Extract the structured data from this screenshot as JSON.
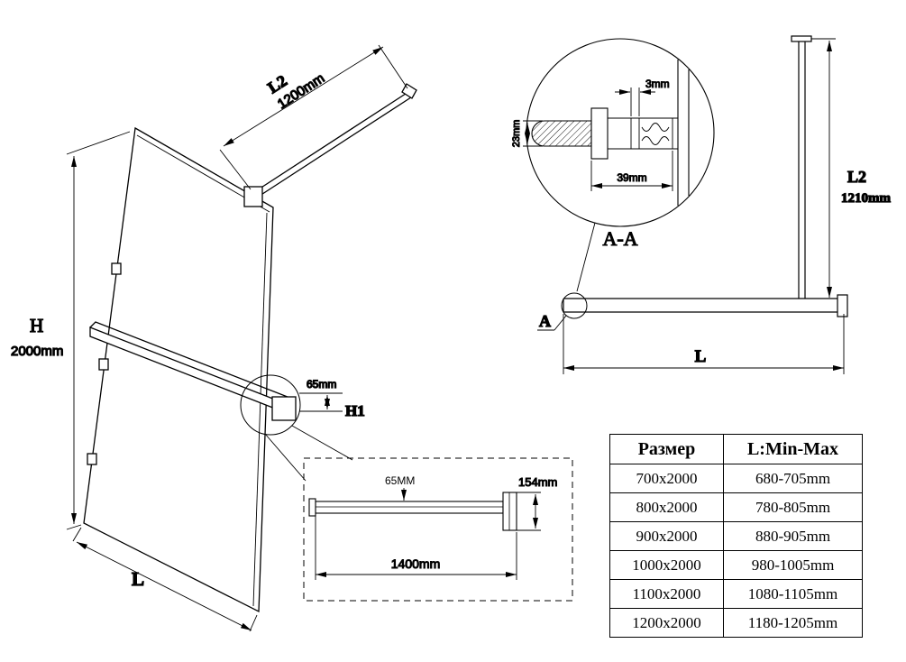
{
  "iso_view": {
    "h_label": "H",
    "h_value": "2000mm",
    "l2_label": "L2",
    "l2_value": "1200mm",
    "l_label": "L",
    "bar_offset": "65mm",
    "h1_label": "H1"
  },
  "bar_detail": {
    "offset": "65MM",
    "bracket_depth": "154mm",
    "bar_length": "1400mm"
  },
  "section_detail": {
    "gap": "3mm",
    "rod_diameter": "23mm",
    "clamp_depth": "39mm",
    "label": "A-A"
  },
  "top_view": {
    "l2_label": "L2",
    "l2_value": "1210mm",
    "l_label": "L",
    "detail_marker": "A"
  },
  "size_table": {
    "headers": [
      "Размер",
      "L:Min-Max"
    ],
    "rows": [
      {
        "size": "700x2000",
        "range": "680-705mm"
      },
      {
        "size": "800x2000",
        "range": "780-805mm"
      },
      {
        "size": "900x2000",
        "range": "880-905mm"
      },
      {
        "size": "1000x2000",
        "range": "980-1005mm"
      },
      {
        "size": "1100x2000",
        "range": "1080-1105mm"
      },
      {
        "size": "1200x2000",
        "range": "1180-1205mm"
      }
    ]
  }
}
